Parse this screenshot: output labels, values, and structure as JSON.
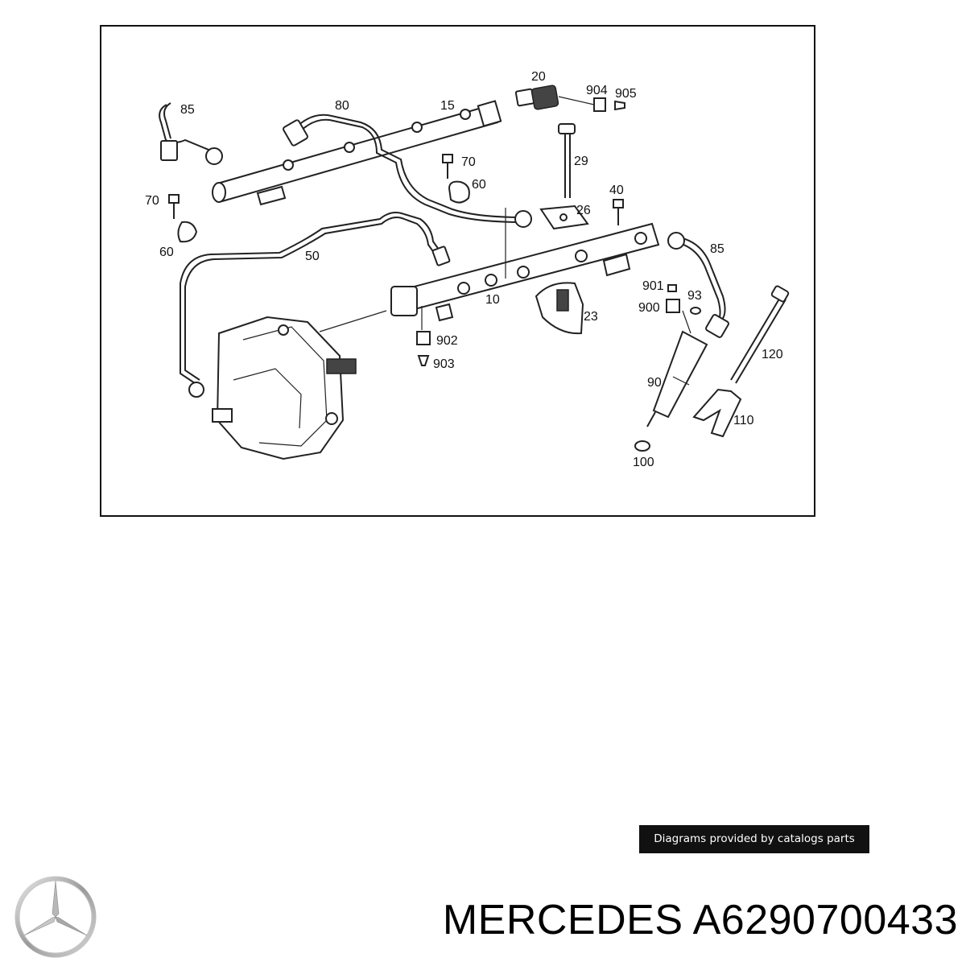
{
  "diagram": {
    "labels": {
      "l85a": "85",
      "l80": "80",
      "l15": "15",
      "l20": "20",
      "l904": "904",
      "l905": "905",
      "l70a": "70",
      "l29": "29",
      "l60a": "60",
      "l70b": "70",
      "l60b": "60",
      "l40": "40",
      "l26": "26",
      "l50": "50",
      "l85b": "85",
      "l901": "901",
      "l93": "93",
      "l900": "900",
      "l10": "10",
      "l23": "23",
      "l902": "902",
      "l903": "903",
      "l120": "120",
      "l90": "90",
      "l110": "110",
      "l100": "100"
    }
  },
  "credit": {
    "text": "Diagrams provided by catalogs parts"
  },
  "brand": {
    "name": "MERCEDES",
    "part_number": "A6290700433"
  },
  "logo": {
    "icon": "mercedes-star-icon"
  }
}
